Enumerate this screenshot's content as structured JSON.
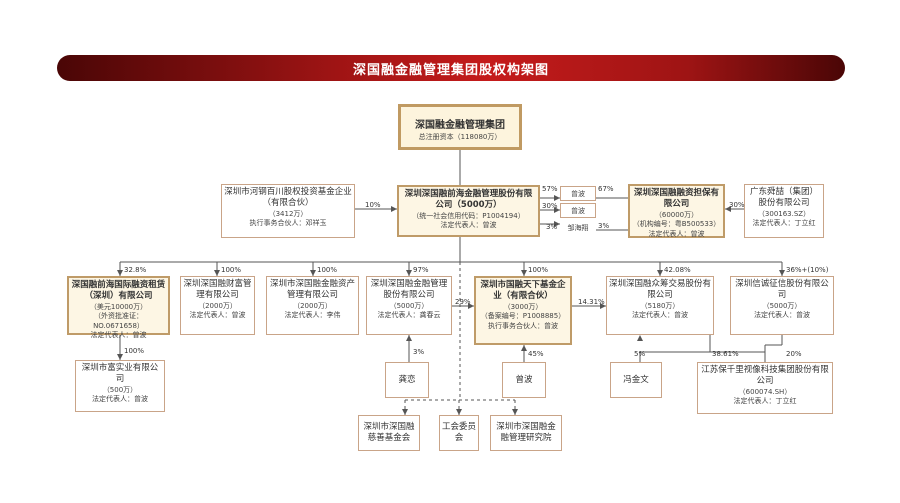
{
  "title": "深国融金融管理集团股权构架图",
  "nodes": {
    "group": {
      "name": "深国融金融管理集团",
      "sub": "总注册资本（118080万）"
    },
    "hexi": {
      "name": "深圳市河钢百川股权投资基金企业（有限合伙）",
      "sub": "（3412万）",
      "rep": "执行事务合伙人：邓祥玉"
    },
    "qianhai": {
      "name": "深圳深国融前海金融管理股份有限公司（5000万）",
      "sub": "（统一社会信用代码：P1004194）",
      "rep": "法定代表人：曾波"
    },
    "zengbo_a": {
      "name": "曾波"
    },
    "zengbo_b": {
      "name": "曾波"
    },
    "zou": {
      "name": "邹海翔"
    },
    "danbao": {
      "name": "深圳深国融融资担保有限公司",
      "sub": "（60000万）",
      "sub2": "（机构编号：粤B500533）",
      "rep": "法定代表人：曾波"
    },
    "guangdong": {
      "name": "广东舜喆（集团）股份有限公司",
      "sub": "（300163.SZ）",
      "rep": "法定代表人：丁立红"
    },
    "haijing": {
      "name": "深国融前海国际融资租赁（深圳）有限公司",
      "sub": "（美元10000万）",
      "sub2": "（外资批准证：NO.0671658）",
      "rep": "法定代表人：曾波"
    },
    "caifu": {
      "name": "深圳深国融财富管理有限公司",
      "sub": "（2000万）",
      "rep": "法定代表人：曾波"
    },
    "zichan": {
      "name": "深圳市深国融金融资产管理有限公司",
      "sub": "（2000万）",
      "rep": "法定代表人：李伟"
    },
    "jinrong": {
      "name": "深圳深国融金融管理股份有限公司",
      "sub": "（5000万）",
      "rep": "法定代表人：龚春云"
    },
    "tianxia": {
      "name": "深圳市国融天下基金企业（有限合伙）",
      "sub": "（3000万）",
      "sub2": "（备案编号：P1008885）",
      "rep": "执行事务合伙人：曾波"
    },
    "zhongchou": {
      "name": "深圳深国融众筹交易股份有限公司",
      "sub": "（5180万）",
      "rep": "法定代表人：曾波"
    },
    "xinyong": {
      "name": "深圳信诚征信股份有限公司",
      "sub": "（5000万）",
      "rep": "法定代表人：曾波"
    },
    "shiye": {
      "name": "深圳市富实业有限公司",
      "sub": "（500万）",
      "rep": "法定代表人：曾波"
    },
    "gong": {
      "name": "龚恋"
    },
    "zengbo_c": {
      "name": "曾波"
    },
    "feng": {
      "name": "冯金文"
    },
    "jiangsu": {
      "name": "江苏保千里视像科技集团股份有限公司",
      "sub": "（600074.SH）",
      "rep": "法定代表人：丁立红"
    },
    "cishan": {
      "name": "深圳市深国融慈善基金会"
    },
    "gonghui": {
      "name": "工会委员会"
    },
    "yanjiu": {
      "name": "深圳市深国融金融管理研究院"
    }
  },
  "labels": {
    "hexi_qianhai": "10%",
    "zengbo_a_qianhai": "57%",
    "zengbo_b_qianhai": "30%",
    "zou_qianhai": "3%",
    "danbao_top": "67%",
    "danbao_bottom": "3%",
    "guangdong_danbao": "30%",
    "haijing": "32.8%",
    "caifu": "100%",
    "zichan": "100%",
    "jinrong": "97%",
    "tianxia": "100%",
    "zhongchou": "42.08%",
    "xinyong": "36%+(10%)",
    "shiye": "100%",
    "gong": "3%",
    "jinrong_tianxia": "29%",
    "tianxia_zhongchou": "14.31%",
    "zengbo_c": "45%",
    "feng": "5%",
    "jiangsu_zhongchou": "38.61%",
    "jiangsu_xinyong": "20%"
  }
}
